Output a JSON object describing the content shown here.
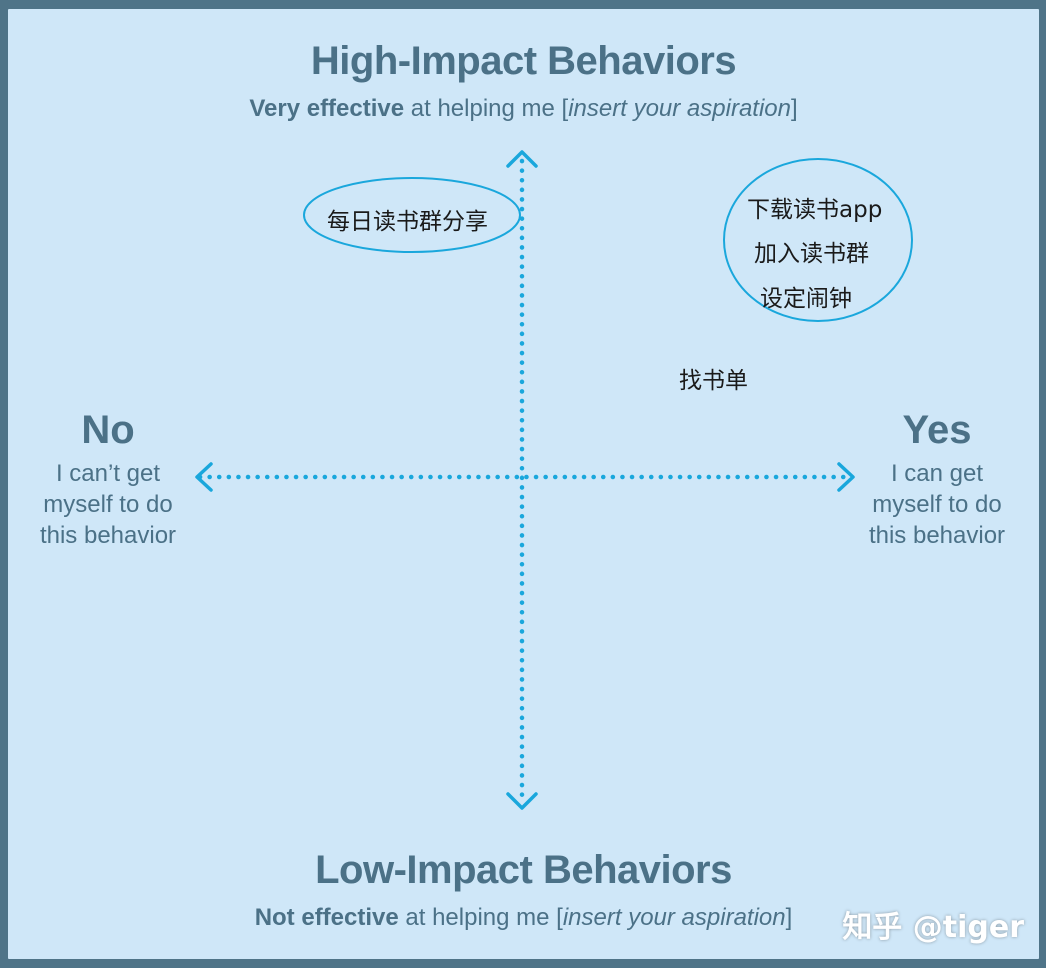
{
  "top": {
    "title": "High-Impact Behaviors",
    "sub_bold": "Very effective",
    "sub_mid": " at helping me [",
    "sub_ital": "insert your aspiration",
    "sub_end": "]"
  },
  "bottom": {
    "title": "Low-Impact Behaviors",
    "sub_bold": "Not effective",
    "sub_mid": " at helping me [",
    "sub_ital": "insert your aspiration",
    "sub_end": "]"
  },
  "left": {
    "title": "No",
    "lines": [
      "I can’t get",
      "myself to do",
      "this behavior"
    ]
  },
  "right": {
    "title": "Yes",
    "lines": [
      "I can get",
      "myself to do",
      "this behavior"
    ]
  },
  "notes": {
    "upper_left": "每日读书群分享",
    "upper_right": [
      "下载读书app",
      "加入读书群",
      "设定闹钟"
    ],
    "middle_right": "找书单"
  },
  "watermark": "知乎 @tiger",
  "colors": {
    "axis": "#1aa7dc",
    "ellipse": "#1aa7dc",
    "text": "#4b7187",
    "background": "#cfe7f8",
    "border": "#4f7488"
  }
}
